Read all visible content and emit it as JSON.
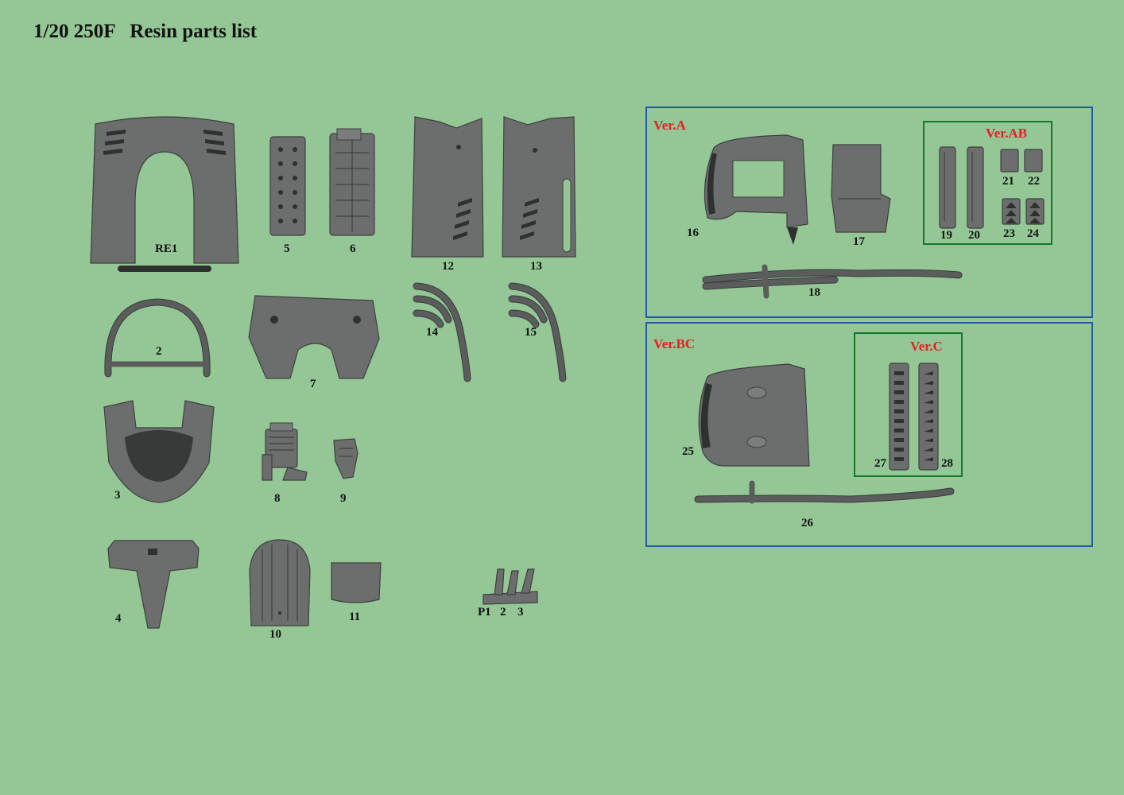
{
  "title": "1/20 250F   Resin parts list",
  "labels": {
    "re1": "RE1",
    "p5": "5",
    "p6": "6",
    "p12": "12",
    "p13": "13",
    "p2": "2",
    "p7": "7",
    "p14": "14",
    "p15": "15",
    "p3": "3",
    "p8": "8",
    "p9": "9",
    "p4": "4",
    "p10": "10",
    "p11": "11",
    "pp1": "P1",
    "pp2": "2",
    "pp3": "3"
  },
  "group_a": {
    "title": "Ver.A",
    "labels": {
      "p16": "16",
      "p17": "17",
      "p18": "18"
    },
    "sub": {
      "title": "Ver.AB",
      "labels": {
        "p19": "19",
        "p20": "20",
        "p21": "21",
        "p22": "22",
        "p23": "23",
        "p24": "24"
      }
    }
  },
  "group_bc": {
    "title": "Ver.BC",
    "labels": {
      "p25": "25",
      "p26": "26"
    },
    "sub": {
      "title": "Ver.C",
      "labels": {
        "p27": "27",
        "p28": "28"
      }
    }
  },
  "colors": {
    "background": "#94c795",
    "part": "#6b6e6c",
    "group_border": "#1e5aa6",
    "sub_border": "#127a2a",
    "version_text": "#e41f26"
  }
}
